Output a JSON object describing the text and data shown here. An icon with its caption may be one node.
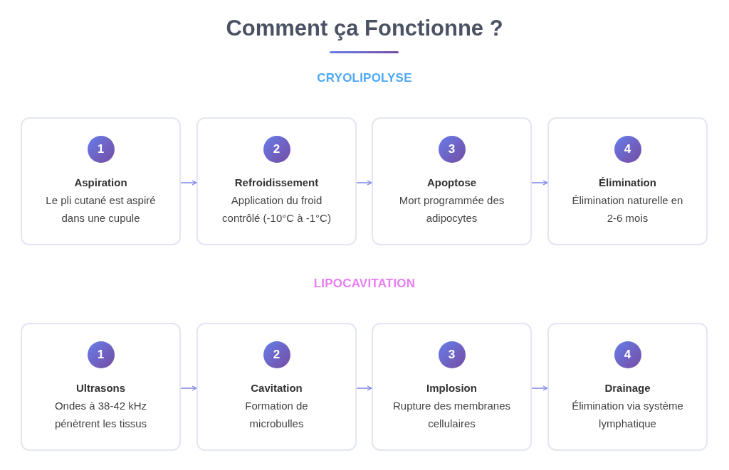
{
  "diagram": {
    "title": "Comment ça Fonctionne ?",
    "nodes": [
      {
        "text": [
          "Aspiration",
          "Le pli cutané est aspiré dans une cupule"
        ]
      },
      {
        "text": [
          "1"
        ],
        "in": 0
      },
      {
        "text": [
          "Refroidissement",
          "Application du froid contrôlé (-10°C à -1°C)"
        ]
      },
      {
        "text": [
          "2"
        ],
        "in": 2
      },
      {
        "text": [
          "Apoptose",
          "Mort programmée des adipocytes"
        ]
      },
      {
        "text": [
          "3"
        ],
        "in": 4
      },
      {
        "text": [
          "Élimination",
          "Élimination naturelle en 2-6 mois"
        ]
      },
      {
        "text": [
          "4"
        ],
        "in": 6
      },
      {
        "text": [
          "Ultrasons",
          "Ondes à 38-42 kHz pénètrent les tissus"
        ]
      },
      {
        "text": [
          "1"
        ],
        "in": 8
      },
      {
        "text": [
          "Cavitation",
          "Formation de microbulles"
        ]
      },
      {
        "text": [
          "2"
        ],
        "in": 10
      },
      {
        "text": [
          "Implosion",
          "Rupture des membranes cellulaires"
        ]
      },
      {
        "text": [
          "3"
        ],
        "in": 12
      },
      {
        "text": [
          "Drainage",
          "Élimination via système lymphatique"
        ]
      },
      {
        "text": [
          "4"
        ],
        "in": 14
      }
    ],
    "edges": [
      {
        "from": 0,
        "to": 2,
        "arrow": "to"
      },
      {
        "from": 2,
        "to": 4,
        "arrow": "to"
      },
      {
        "from": 4,
        "to": 6,
        "arrow": "to"
      },
      {
        "from": 8,
        "to": 10,
        "arrow": "to"
      },
      {
        "from": 10,
        "to": 12,
        "arrow": "to"
      },
      {
        "from": 12,
        "to": 14,
        "arrow": "to"
      }
    ],
    "labels": [
      "CRYOLIPOLYSE",
      "LIPOCAVITATION"
    ]
  }
}
